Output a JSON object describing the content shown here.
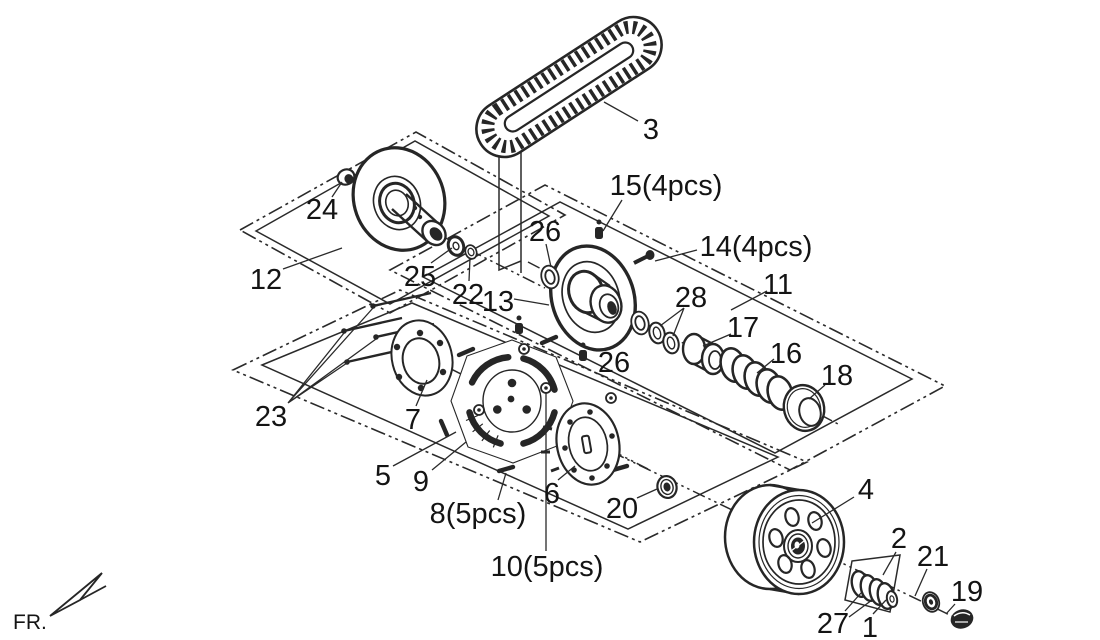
{
  "diagram": {
    "type": "exploded-parts-diagram",
    "direction_indicator": "FR.",
    "colors": {
      "line": "#262626",
      "background": "#ffffff",
      "text": "#141414"
    },
    "part_labels": {
      "p1": "1",
      "p2": "2",
      "p3": "3",
      "p4": "4",
      "p5": "5",
      "p6": "6",
      "p7": "7",
      "p8": "8(5pcs)",
      "p9": "9",
      "p10": "10(5pcs)",
      "p11": "11",
      "p12": "12",
      "p13": "13",
      "p14": "14(4pcs)",
      "p15": "15(4pcs)",
      "p16": "16",
      "p17": "17",
      "p18": "18",
      "p19": "19",
      "p20": "20",
      "p21": "21",
      "p22": "22",
      "p23": "23",
      "p24": "24",
      "p25": "25",
      "p26": "26",
      "p27": "27",
      "p28": "28"
    }
  }
}
